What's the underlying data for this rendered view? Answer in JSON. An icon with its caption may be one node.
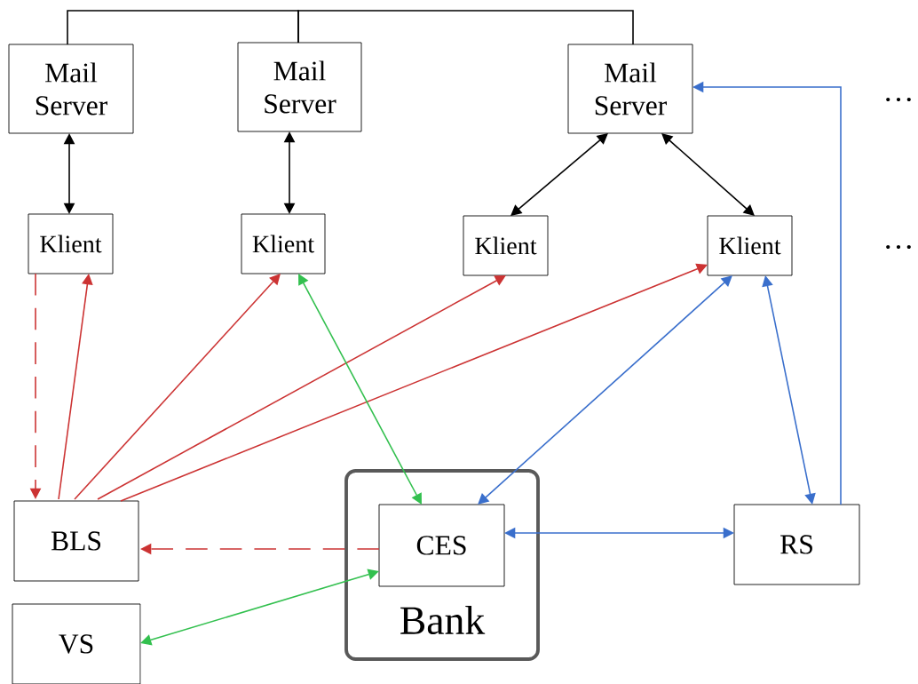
{
  "diagram": {
    "nodes": [
      {
        "text": [
          "Mail Server"
        ]
      },
      {
        "text": [
          "Mail Server"
        ]
      },
      {
        "text": [
          "Mail Server"
        ]
      },
      {
        "text": [
          "Klient"
        ]
      },
      {
        "text": [
          "Klient"
        ]
      },
      {
        "text": [
          "Klient"
        ]
      },
      {
        "text": [
          "Klient"
        ]
      },
      {
        "text": [
          "Bank"
        ]
      },
      {
        "text": [
          "BLS"
        ]
      },
      {
        "text": [
          "CES"
        ],
        "in": 7
      },
      {
        "text": [
          "RS"
        ]
      },
      {
        "text": [
          "VS"
        ]
      }
    ],
    "edges": [
      {
        "from": 0,
        "to": 1,
        "arrow": "none"
      },
      {
        "from": 1,
        "to": 2,
        "arrow": "none"
      },
      {
        "from": 0,
        "to": 3,
        "arrow": "both"
      },
      {
        "from": 1,
        "to": 4,
        "arrow": "both"
      },
      {
        "from": 2,
        "to": 5,
        "arrow": "both"
      },
      {
        "from": 2,
        "to": 6,
        "arrow": "both"
      },
      {
        "from": 3,
        "to": 8,
        "arrow": "to",
        "style": "dashed",
        "color": "#cc3333"
      },
      {
        "from": 8,
        "to": 3,
        "arrow": "to",
        "color": "#cc3333"
      },
      {
        "from": 8,
        "to": 4,
        "arrow": "to",
        "color": "#cc3333"
      },
      {
        "from": 8,
        "to": 5,
        "arrow": "to",
        "color": "#cc3333"
      },
      {
        "from": 8,
        "to": 6,
        "arrow": "to",
        "color": "#cc3333"
      },
      {
        "from": 4,
        "to": 9,
        "arrow": "both",
        "color": "#33c04f"
      },
      {
        "from": 6,
        "to": 9,
        "arrow": "both",
        "color": "#3a6fcc"
      },
      {
        "from": 6,
        "to": 10,
        "arrow": "both",
        "color": "#3a6fcc"
      },
      {
        "from": 10,
        "to": 2,
        "arrow": "to",
        "color": "#3a6fcc"
      },
      {
        "from": 9,
        "to": 8,
        "arrow": "to",
        "style": "dashed",
        "color": "#cc3333"
      },
      {
        "from": 9,
        "to": 10,
        "arrow": "both",
        "color": "#3a6fcc"
      },
      {
        "from": 11,
        "to": 9,
        "arrow": "both",
        "color": "#33c04f"
      }
    ],
    "labels": [
      "…",
      "…"
    ]
  }
}
